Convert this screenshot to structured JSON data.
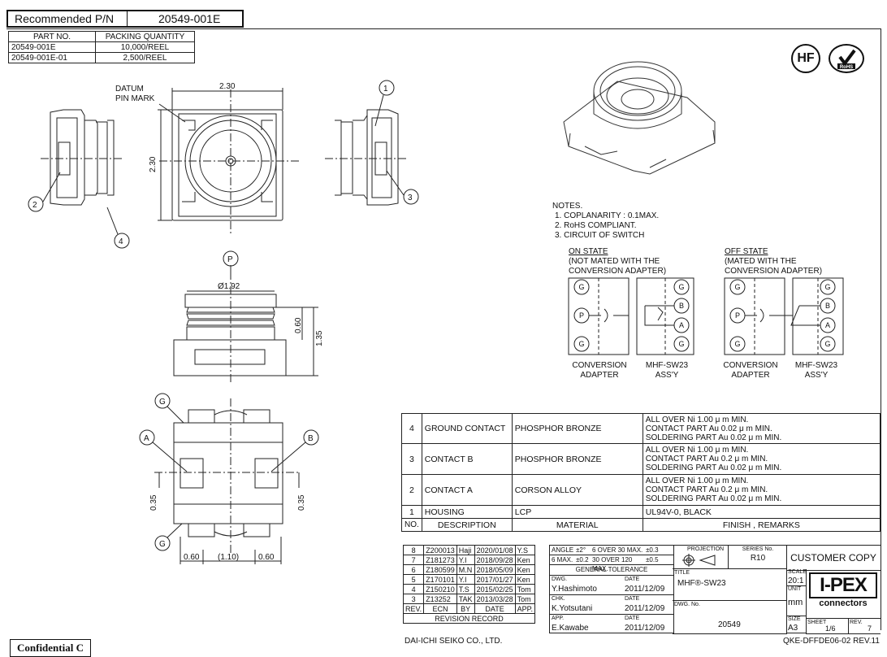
{
  "recommended": {
    "label": "Recommended P/N",
    "value": "20549-001E"
  },
  "packing_table": {
    "headers": [
      "PART NO.",
      "PACKING QUANTITY"
    ],
    "rows": [
      [
        "20549-001E",
        "10,000/REEL"
      ],
      [
        "20549-001E-01",
        "2,500/REEL"
      ]
    ]
  },
  "badges": {
    "hf": "HF",
    "rohs": "RoHS"
  },
  "drawing_labels": {
    "datum": "DATUM",
    "pin_mark": "PIN MARK",
    "dim_230_top": "2.30",
    "dim_230_side": "2.30",
    "dim_192": "Ø1.92",
    "dim_060_v": "0.60",
    "dim_135": "1.35",
    "dim_035_left": "0.35",
    "dim_035_right": "0.35",
    "dim_060_left": "0.60",
    "dim_110": "(1.10)",
    "dim_060_right": "0.60",
    "c1": "1",
    "c2": "2",
    "c3": "3",
    "c4": "4",
    "cP": "P",
    "cG1": "G",
    "cG2": "G",
    "cA": "A",
    "cB": "B"
  },
  "notes": {
    "title": "NOTES.",
    "items": [
      "1. COPLANARITY : 0.1MAX.",
      "2. RoHS COMPLIANT.",
      "3. CIRCUIT OF SWITCH"
    ]
  },
  "circuit": {
    "on_state": "ON STATE",
    "on_sub1": "(NOT MATED WITH THE",
    "on_sub2": "CONVERSION ADAPTER)",
    "off_state": "OFF STATE",
    "off_sub1": "(MATED WITH THE",
    "off_sub2": "CONVERSION ADAPTER)",
    "conv1": "CONVERSION",
    "adapt1": "ADAPTER",
    "mhf1": "MHF-SW23",
    "assy1": "ASS'Y",
    "conv2": "CONVERSION",
    "adapt2": "ADAPTER",
    "mhf2": "MHF-SW23",
    "assy2": "ASS'Y"
  },
  "parts_table": {
    "rows": [
      {
        "no": "4",
        "desc": "GROUND CONTACT",
        "mat": "PHOSPHOR BRONZE",
        "fin": [
          "ALL OVER Ni 1.00 μ m MIN.",
          "CONTACT PART Au 0.02 μ m MIN.",
          "SOLDERING PART Au 0.02 μ m MIN."
        ]
      },
      {
        "no": "3",
        "desc": "CONTACT B",
        "mat": "PHOSPHOR BRONZE",
        "fin": [
          "ALL OVER Ni 1.00 μ m MIN.",
          "CONTACT PART Au 0.2 μ m MIN.",
          "SOLDERING PART Au 0.02 μ m MIN."
        ]
      },
      {
        "no": "2",
        "desc": "CONTACT A",
        "mat": "CORSON ALLOY",
        "fin": [
          "ALL OVER Ni 1.00 μ m MIN.",
          "CONTACT PART Au 0.2 μ m MIN.",
          "SOLDERING PART Au 0.02 μ m MIN."
        ]
      },
      {
        "no": "1",
        "desc": "HOUSING",
        "mat": "LCP",
        "fin": [
          "UL94V-0, BLACK"
        ]
      }
    ],
    "headers": {
      "no": "NO.",
      "desc": "DESCRIPTION",
      "mat": "MATERIAL",
      "fin": "FINISH , REMARKS"
    }
  },
  "revisions": [
    [
      "8",
      "Z200013",
      "Haji",
      "2020/01/08",
      "Y.S"
    ],
    [
      "7",
      "Z181273",
      "Y.I",
      "2018/09/28",
      "Ken"
    ],
    [
      "6",
      "Z180599",
      "M.N",
      "2018/05/09",
      "Ken"
    ],
    [
      "5",
      "Z170101",
      "Y.I",
      "2017/01/27",
      "Ken"
    ],
    [
      "4",
      "Z150210",
      "T.S",
      "2015/02/25",
      "Tom"
    ],
    [
      "3",
      "Z13252",
      "TAK",
      "2013/03/28",
      "Tom"
    ]
  ],
  "rev_headers": [
    "REV.",
    "ECN",
    "BY",
    "DATE",
    "APP."
  ],
  "revision_record": "REVISION RECORD",
  "tolerance": {
    "angle": "ANGLE",
    "angle_tol": "±2°",
    "six_over30": "6 OVER 30 MAX.",
    "tol03": "±0.3",
    "six_max": "6 MAX.",
    "tol02": "±0.2",
    "thirty_over": "30 OVER 120 MAX.",
    "tol05": "±0.5",
    "general": "GENERAL TOLERANCE"
  },
  "title_block": {
    "projection": "PROJECTION",
    "series_label": "SERIES No.",
    "series": "R10",
    "customer_copy": "CUSTOMER COPY",
    "title_label": "TITLE",
    "title": "MHF®-SW23",
    "scale_label": "SCALE",
    "scale": "20:1",
    "unit_label": "UNIT",
    "unit": "mm",
    "dwg_label": "DWG.",
    "dwg_by": "Y.Hashimoto",
    "date_label1": "DATE",
    "date1": "2011/12/09",
    "chk_label": "CHK.",
    "chk_by": "K.Yotsutani",
    "date_label2": "DATE",
    "date2": "2011/12/09",
    "app_label": "APP.",
    "app_by": "E.Kawabe",
    "date_label3": "DATE",
    "date3": "2011/12/09",
    "dwgno_label": "DWG. No.",
    "dwgno": "20549",
    "size_label": "SIZE",
    "size": "A3",
    "sheet_label": "SHEET",
    "sheet": "1/6",
    "rev_label": "REV.",
    "rev": "7",
    "logo_top": "I-PEX",
    "logo_bottom": "connectors"
  },
  "footer": {
    "company": "DAI-ICHI SEIKO CO., LTD.",
    "doc": "QKE-DFFDE06-02 REV.11",
    "confidential": "Confidential C"
  }
}
